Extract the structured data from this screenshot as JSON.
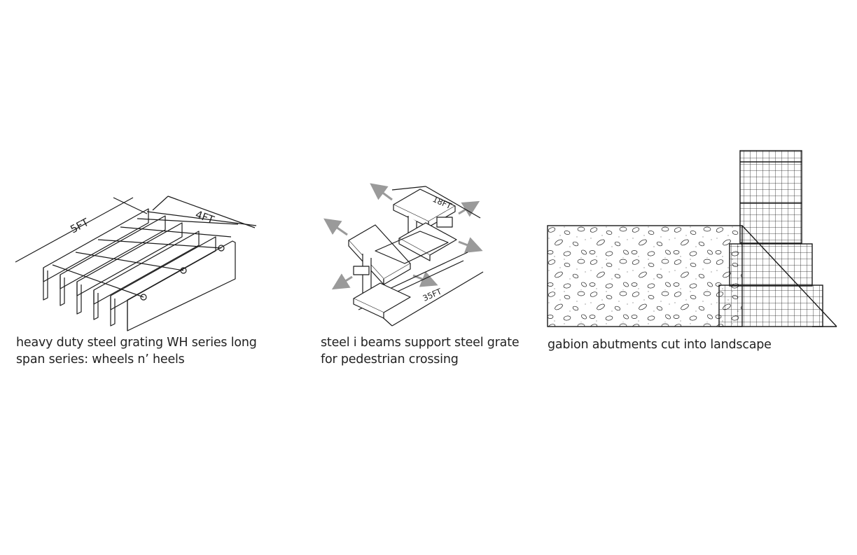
{
  "figures": [
    {
      "dimensions": [
        "5FT",
        "4FT"
      ],
      "caption_lines": [
        "heavy duty steel grating WH series long",
        "span series: wheels n’ heels"
      ]
    },
    {
      "dimensions": [
        "18FT",
        "35FT"
      ],
      "caption_lines": [
        "steel i beams support steel grate",
        "for pedestrian crossing"
      ]
    },
    {
      "caption_lines": [
        "gabion abutments cut into landscape"
      ]
    }
  ],
  "colors": {
    "line": "#1a1a1a",
    "arrow": "#9a9a9a",
    "caption": "#222222",
    "background": "#ffffff"
  }
}
